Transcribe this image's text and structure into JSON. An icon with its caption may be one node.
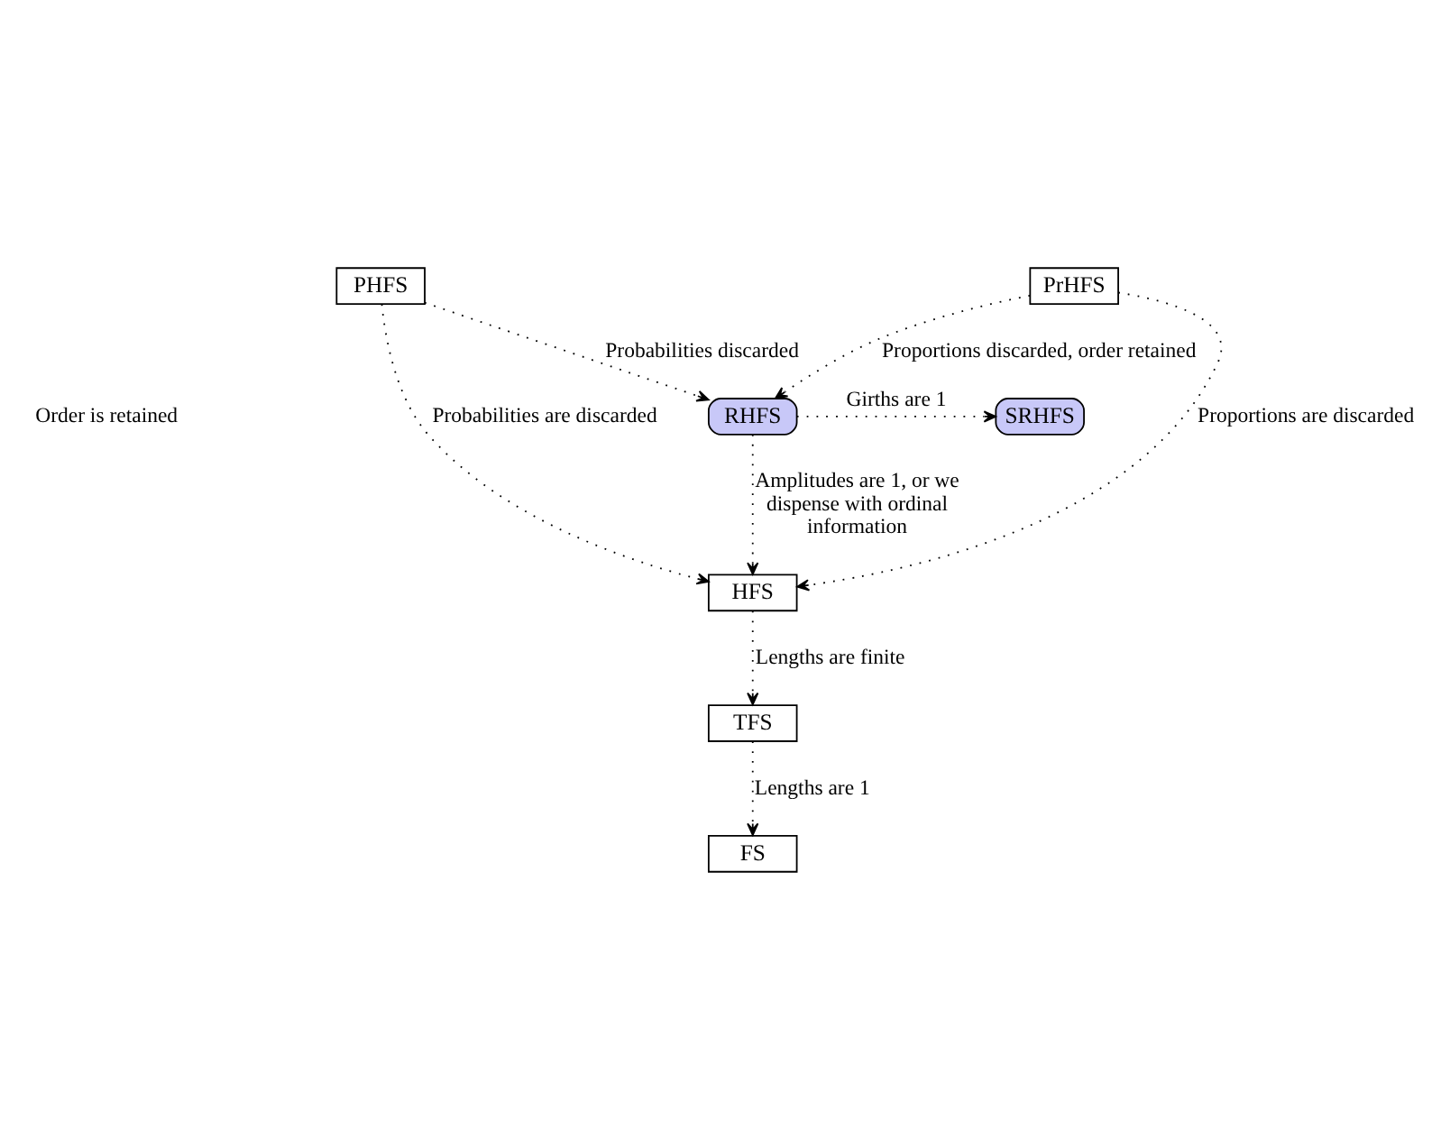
{
  "diagram": {
    "nodes": [
      {
        "text": [
          "PHFS"
        ]
      },
      {
        "text": [
          "PrHFS"
        ]
      },
      {
        "text": [
          "RHFS"
        ]
      },
      {
        "text": [
          "SRHFS"
        ]
      },
      {
        "text": [
          "HFS"
        ]
      },
      {
        "text": [
          "TFS"
        ]
      },
      {
        "text": [
          "FS"
        ]
      }
    ],
    "edges": [
      {
        "from": 0,
        "to": 2,
        "arrow": "to",
        "label": "Probabilities discarded"
      },
      {
        "from": 1,
        "to": 2,
        "arrow": "to",
        "label": "Proportions discarded, order retained"
      },
      {
        "from": 2,
        "to": 3,
        "arrow": "to",
        "label": "Girths are 1"
      },
      {
        "from": 2,
        "to": 4,
        "arrow": "to",
        "label": "Amplitudes are 1, or we dispense with ordinal information"
      },
      {
        "from": 0,
        "to": 4,
        "arrow": "to",
        "label": "Probabilities are discarded"
      },
      {
        "from": 1,
        "to": 4,
        "arrow": "to",
        "label": "Proportions are discarded"
      },
      {
        "from": 4,
        "to": 5,
        "arrow": "to",
        "label": "Lengths are finite"
      },
      {
        "from": 5,
        "to": 6,
        "arrow": "to",
        "label": "Lengths are 1"
      }
    ],
    "labels": [
      "Order is retained"
    ]
  }
}
